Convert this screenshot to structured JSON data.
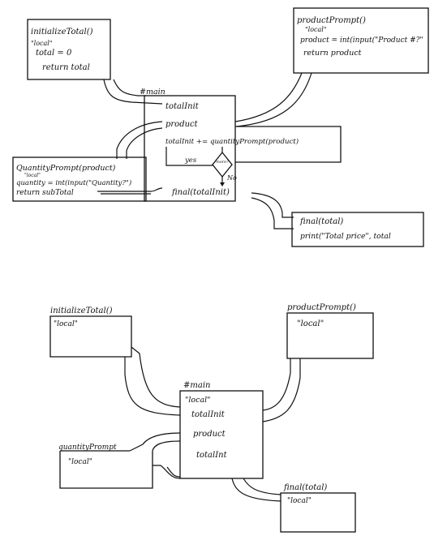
{
  "diagram_top": {
    "initialize_total": {
      "title": "initializeTotal()",
      "lines": [
        "\"local\"",
        "total = 0",
        "return total"
      ]
    },
    "product_prompt": {
      "title": "productPrompt()",
      "lines": [
        "\"local\"",
        "product = int(input(\"Product #?\"",
        "return product"
      ]
    },
    "main": {
      "title": "#main",
      "lines": [
        "totalInit",
        "product",
        "totalInit += quantityPrompt(product)",
        "final(totalInit)"
      ],
      "decision": "more?",
      "yes": "yes",
      "no": "No"
    },
    "quantity_prompt": {
      "title": "QuantityPrompt(product)",
      "lines": [
        "\"local\"",
        "quantity = int(input(\"Quantity?\")",
        "return subTotal"
      ]
    },
    "final": {
      "title": "final(total)",
      "lines": [
        "print(\"Total price\", total"
      ]
    }
  },
  "diagram_bottom": {
    "initialize_total": {
      "title": "initializeTotal()",
      "local": "\"local\""
    },
    "product_prompt": {
      "title": "productPrompt()",
      "local": "\"local\""
    },
    "main": {
      "title": "#main",
      "lines": [
        "\"local\"",
        "totalInit",
        "product",
        "totalInt"
      ]
    },
    "quantity_prompt": {
      "title": "quantityPrompt",
      "local": "\"local\""
    },
    "final": {
      "title": "final(total)",
      "local": "\"local\""
    }
  }
}
